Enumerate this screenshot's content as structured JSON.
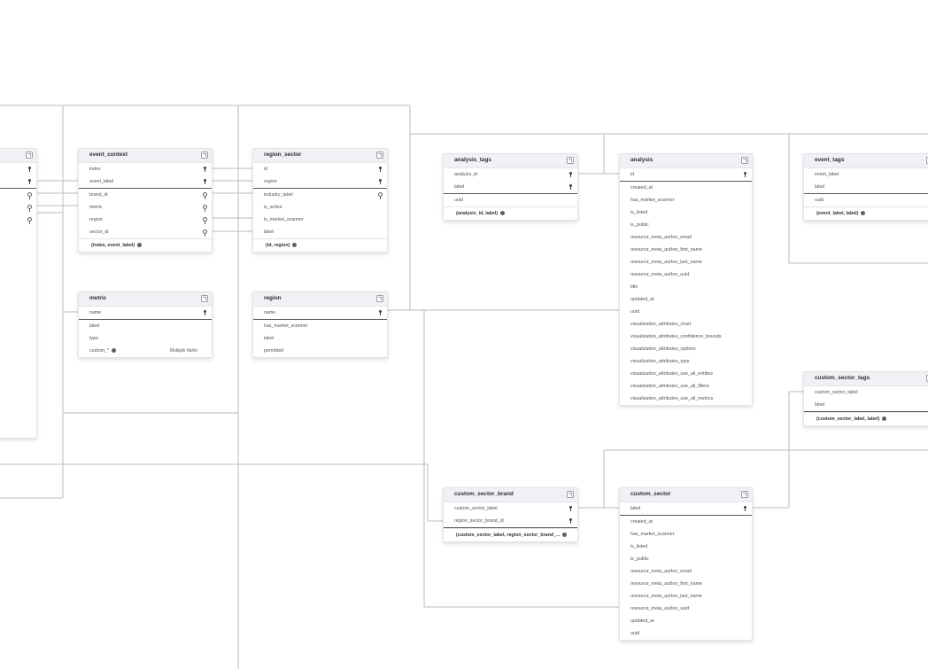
{
  "tables": [
    {
      "id": "partial_left",
      "name": "",
      "rows": [
        {
          "label": "",
          "icon": "pk"
        },
        {
          "label": "",
          "icon": "pk",
          "divider": true
        },
        {
          "label": "",
          "icon": "fk"
        },
        {
          "label": "",
          "icon": "fk"
        },
        {
          "label": "",
          "icon": "fk"
        }
      ]
    },
    {
      "id": "event_context",
      "name": "event_context",
      "rows": [
        {
          "label": "index",
          "icon": "pk"
        },
        {
          "label": "event_label",
          "icon": "pk",
          "divider": true
        },
        {
          "label": "brand_id",
          "icon": "fk"
        },
        {
          "label": "metric",
          "icon": "fk"
        },
        {
          "label": "region",
          "icon": "fk"
        },
        {
          "label": "sector_id",
          "icon": "fk"
        },
        {
          "label": "(index, event_label)",
          "unique": true
        }
      ]
    },
    {
      "id": "region_sector",
      "name": "region_sector",
      "rows": [
        {
          "label": "id",
          "icon": "pk"
        },
        {
          "label": "region",
          "icon": "pk",
          "divider": true
        },
        {
          "label": "industry_label",
          "icon": "fk"
        },
        {
          "label": "is_active"
        },
        {
          "label": "is_market_scanner"
        },
        {
          "label": "label"
        },
        {
          "label": "(id, region)",
          "unique": true
        }
      ]
    },
    {
      "id": "metric",
      "name": "metric",
      "rows": [
        {
          "label": "name",
          "icon": "pk",
          "divider": true
        },
        {
          "label": "label"
        },
        {
          "label": "type"
        },
        {
          "label": "custom_*",
          "info": true,
          "note": "Multiple fields"
        }
      ]
    },
    {
      "id": "region",
      "name": "region",
      "rows": [
        {
          "label": "name",
          "icon": "pk",
          "divider": true
        },
        {
          "label": "has_market_scanner"
        },
        {
          "label": "label"
        },
        {
          "label": "permitted"
        }
      ]
    },
    {
      "id": "analysis_tags",
      "name": "analysis_tags",
      "rows": [
        {
          "label": "analysis_id",
          "icon": "pk"
        },
        {
          "label": "label",
          "icon": "pk",
          "divider": true
        },
        {
          "label": "uuid"
        },
        {
          "label": "(analysis_id, label)",
          "unique": true
        }
      ]
    },
    {
      "id": "analysis",
      "name": "analysis",
      "rows": [
        {
          "label": "id",
          "icon": "pk",
          "divider": true
        },
        {
          "label": "created_at"
        },
        {
          "label": "has_market_scanner"
        },
        {
          "label": "is_listed"
        },
        {
          "label": "is_public"
        },
        {
          "label": "resource_meta_author_email"
        },
        {
          "label": "resource_meta_author_first_name"
        },
        {
          "label": "resource_meta_author_last_name"
        },
        {
          "label": "resource_meta_author_uuid"
        },
        {
          "label": "title"
        },
        {
          "label": "updated_at"
        },
        {
          "label": "uuid"
        },
        {
          "label": "visualization_attributes_chart"
        },
        {
          "label": "visualization_attributes_confidence_bounds"
        },
        {
          "label": "visualization_attributes_options"
        },
        {
          "label": "visualization_attributes_type"
        },
        {
          "label": "visualization_attributes_use_all_entities"
        },
        {
          "label": "visualization_attributes_use_all_filters"
        },
        {
          "label": "visualization_attributes_use_all_metrics"
        }
      ]
    },
    {
      "id": "event_tags",
      "name": "event_tags",
      "rows": [
        {
          "label": "event_label"
        },
        {
          "label": "label",
          "divider": true
        },
        {
          "label": "uuid"
        },
        {
          "label": "(event_label, label)",
          "unique": true
        }
      ]
    },
    {
      "id": "custom_sector_tags",
      "name": "custom_sector_tags",
      "rows": [
        {
          "label": "custom_sector_label"
        },
        {
          "label": "label",
          "divider": true
        },
        {
          "label": "(custom_sector_label, label)",
          "unique": true
        }
      ]
    },
    {
      "id": "custom_sector_brand",
      "name": "custom_sector_brand",
      "rows": [
        {
          "label": "custom_sector_label",
          "icon": "pk"
        },
        {
          "label": "region_sector_brand_id",
          "icon": "pk",
          "divider": true
        },
        {
          "label": "(custom_sector_label, region_sector_brand_...",
          "unique": true
        }
      ]
    },
    {
      "id": "custom_sector",
      "name": "custom_sector",
      "rows": [
        {
          "label": "label",
          "icon": "pk",
          "divider": true
        },
        {
          "label": "created_at"
        },
        {
          "label": "has_market_scanner"
        },
        {
          "label": "is_listed"
        },
        {
          "label": "is_public"
        },
        {
          "label": "resource_meta_author_email"
        },
        {
          "label": "resource_meta_author_first_name"
        },
        {
          "label": "resource_meta_author_last_name"
        },
        {
          "label": "resource_meta_author_uuid"
        },
        {
          "label": "updated_at"
        },
        {
          "label": "uuid"
        }
      ]
    }
  ]
}
